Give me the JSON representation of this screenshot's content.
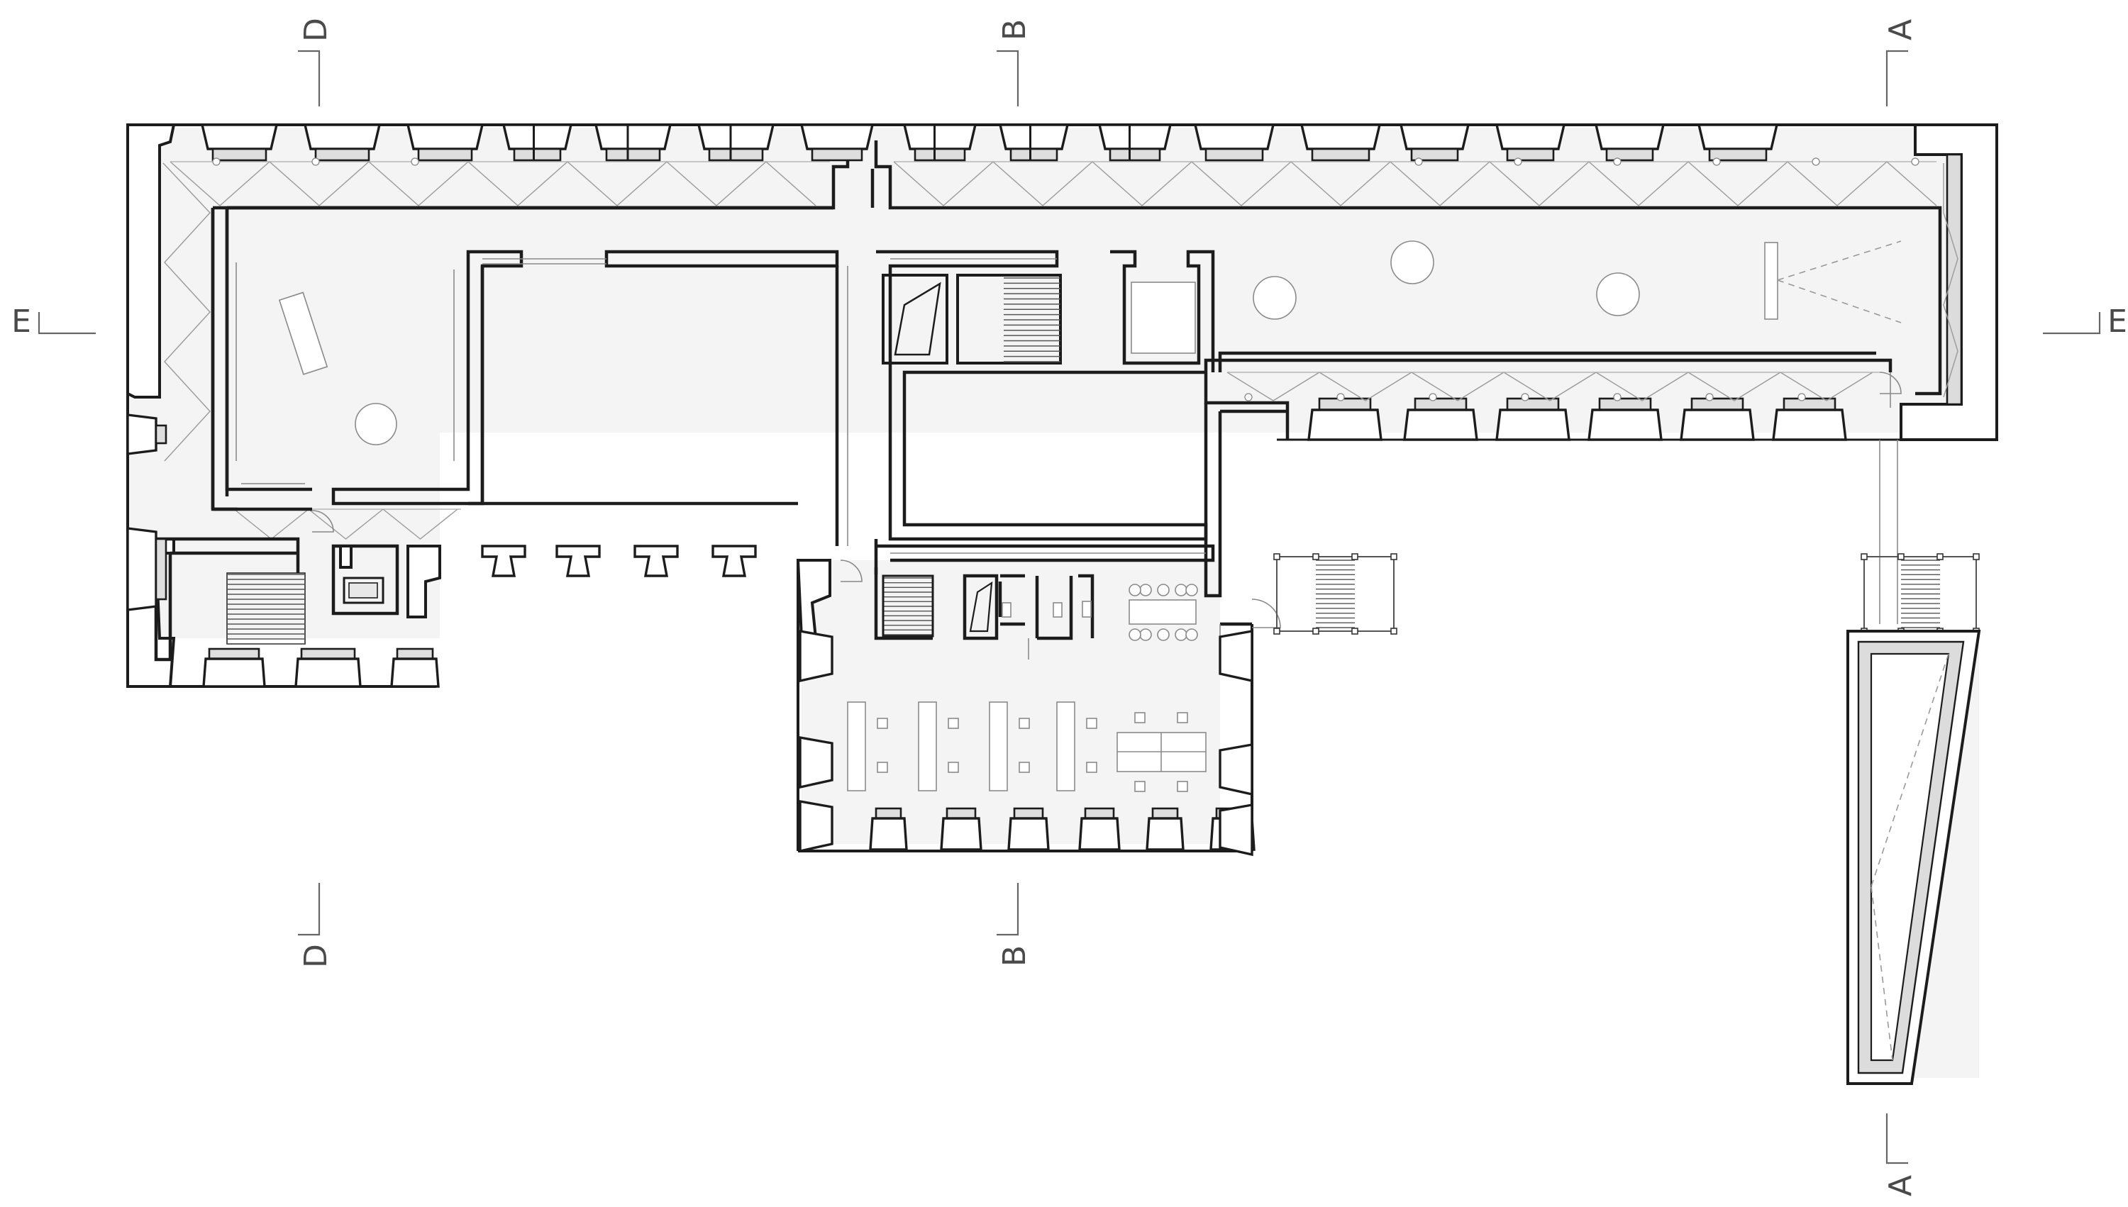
{
  "drawing": {
    "type": "architectural floor plan",
    "section_markers": [
      {
        "id": "A",
        "text": "A"
      },
      {
        "id": "B",
        "text": "B"
      },
      {
        "id": "D",
        "text": "D"
      },
      {
        "id": "E",
        "text": "E"
      }
    ]
  }
}
